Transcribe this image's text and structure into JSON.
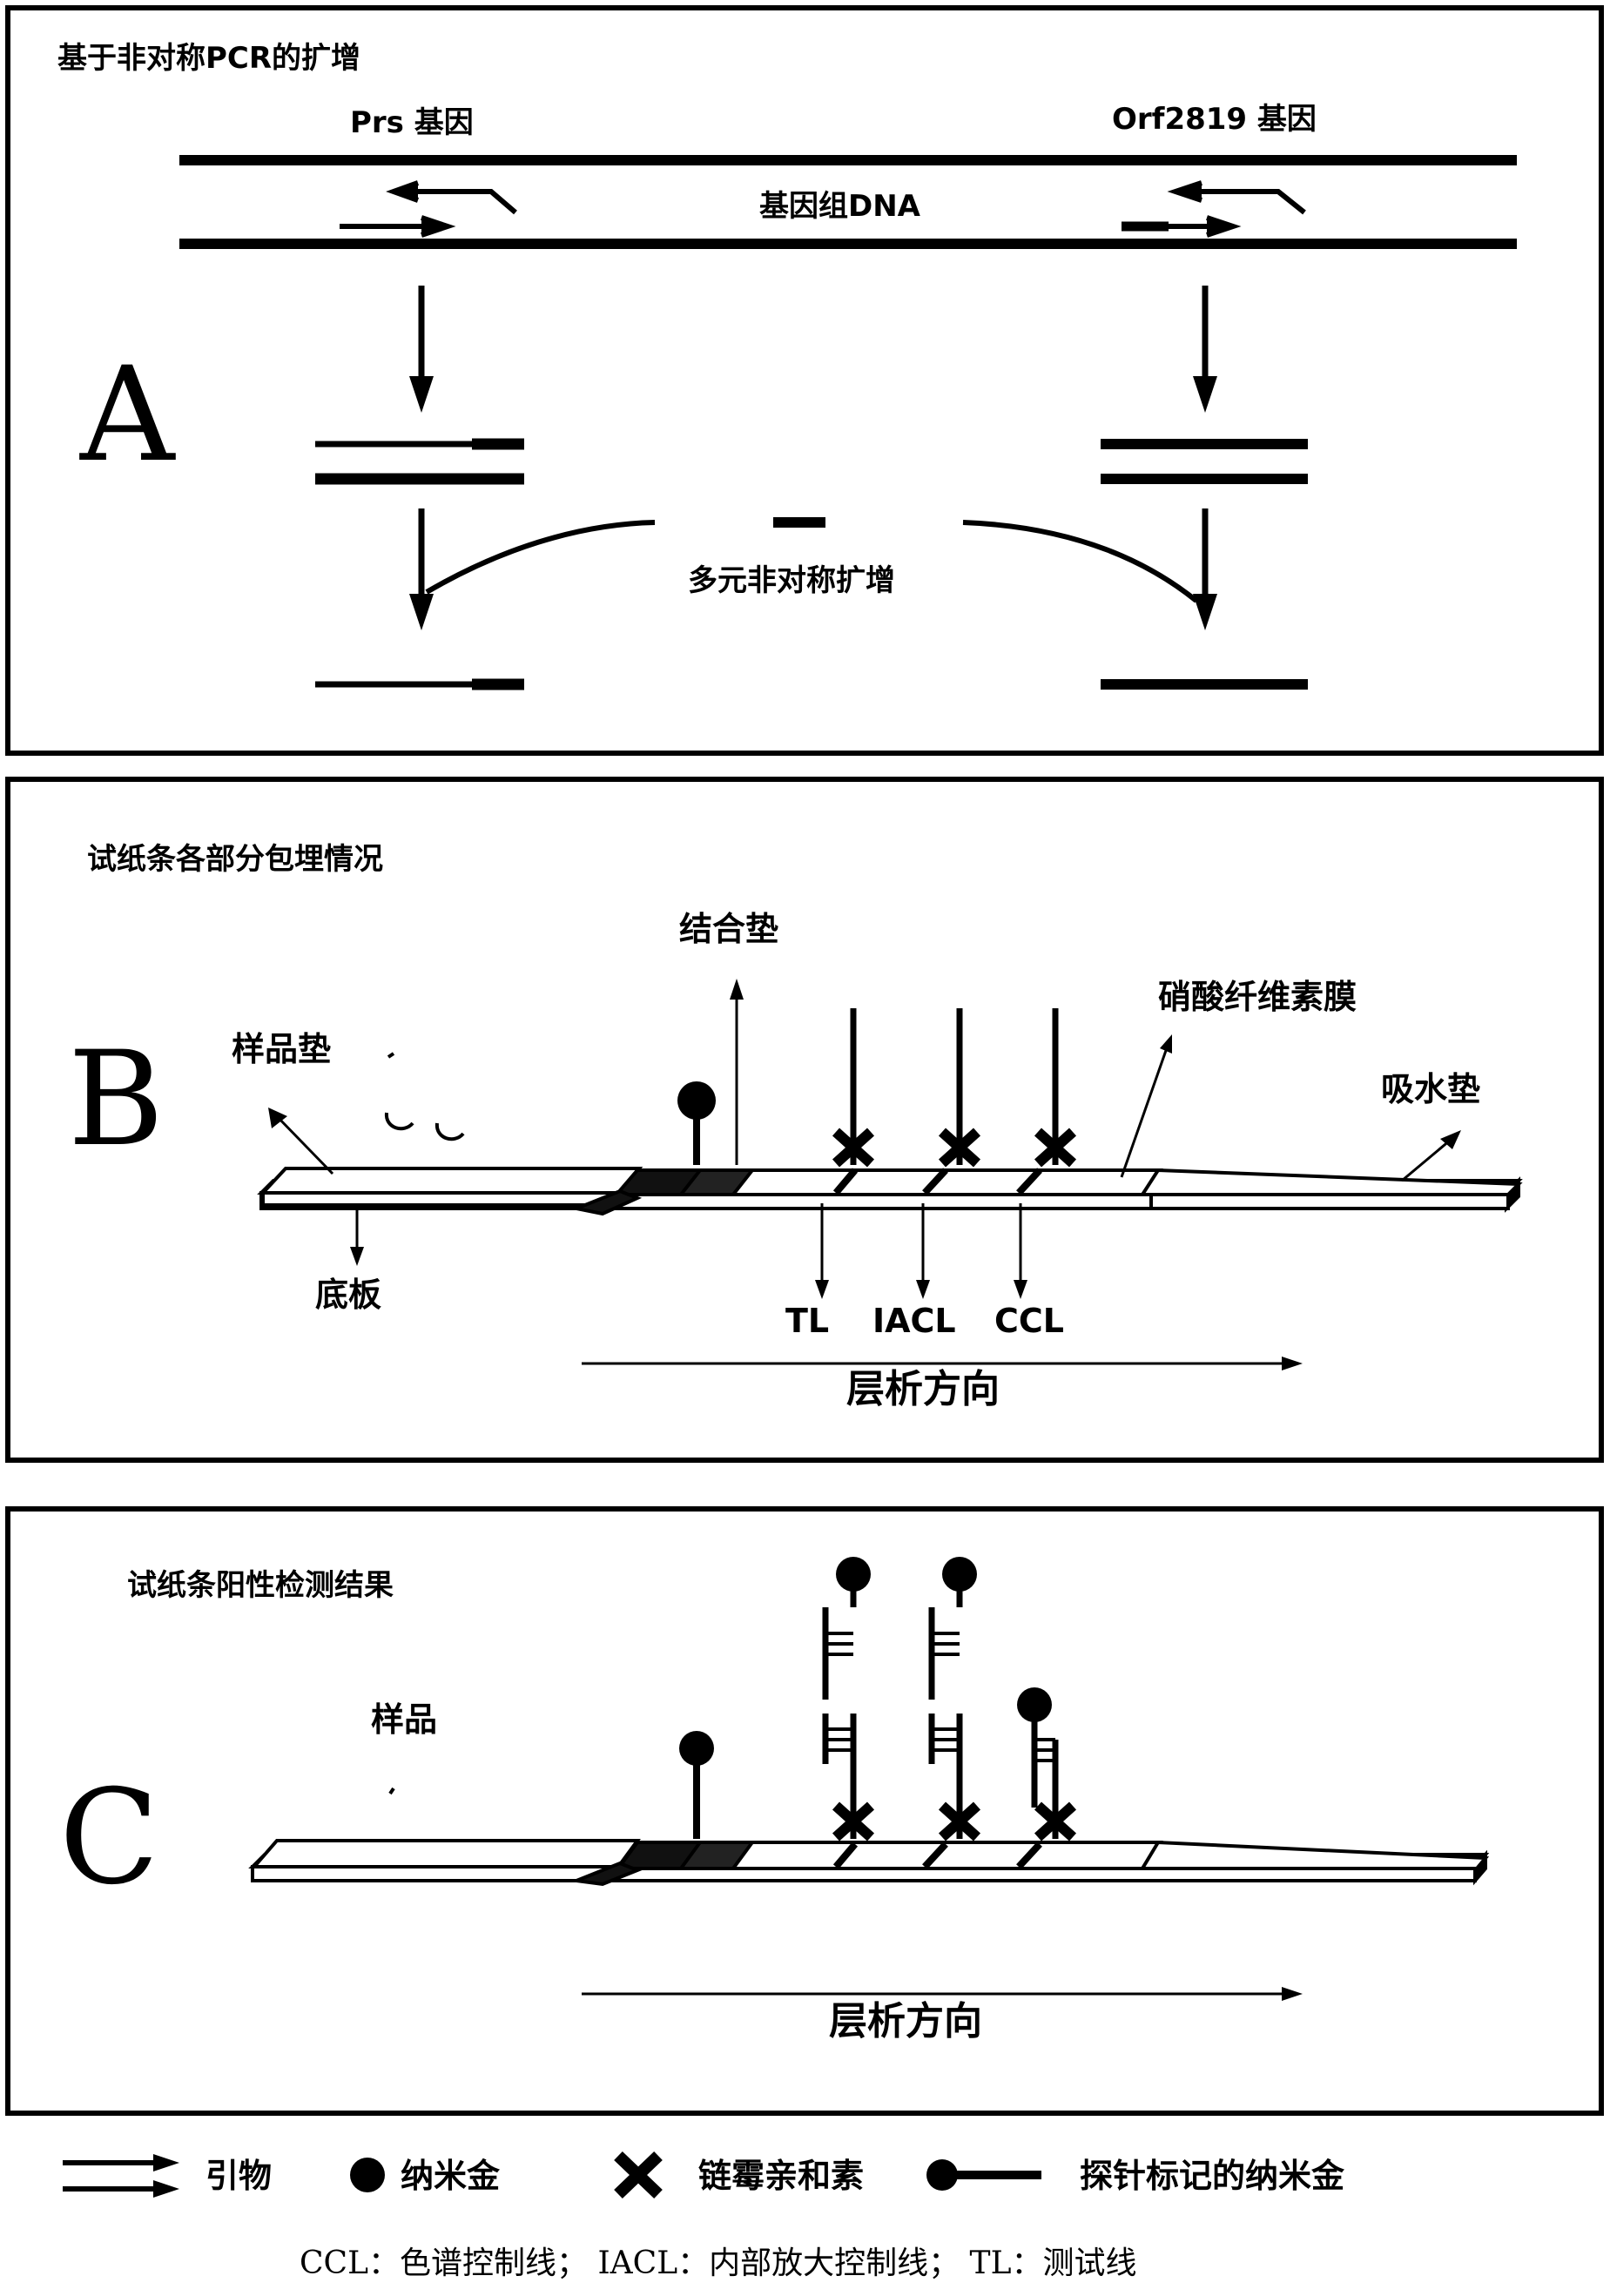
{
  "panel_a": {
    "letter": "A",
    "title": "基于非对称PCR的扩增",
    "gene_left": "Prs 基因",
    "gene_right": "Orf2819 基因",
    "genome_label": "基因组DNA",
    "multiplex_label": "多元非对称扩增"
  },
  "panel_b": {
    "letter": "B",
    "title": "试纸条各部分包埋情况",
    "conjugate_pad": "结合垫",
    "nitrocellulose": "硝酸纤维素膜",
    "sample_pad": "样品垫",
    "absorbent_pad": "吸水垫",
    "backing": "底板",
    "line_tl": "TL",
    "line_iacl": "IACL",
    "line_ccl": "CCL",
    "direction": "层析方向"
  },
  "panel_c": {
    "letter": "C",
    "title": "试纸条阳性检测结果",
    "sample": "样品",
    "direction": "层析方向"
  },
  "legend": {
    "primer": "引物",
    "nanogold": "纳米金",
    "streptavidin": "链霉亲和素",
    "probe_gold": "探针标记的纳米金",
    "footnote": "CCL：色谱控制线；    IACL：内部放大控制线；    TL：测试线"
  }
}
